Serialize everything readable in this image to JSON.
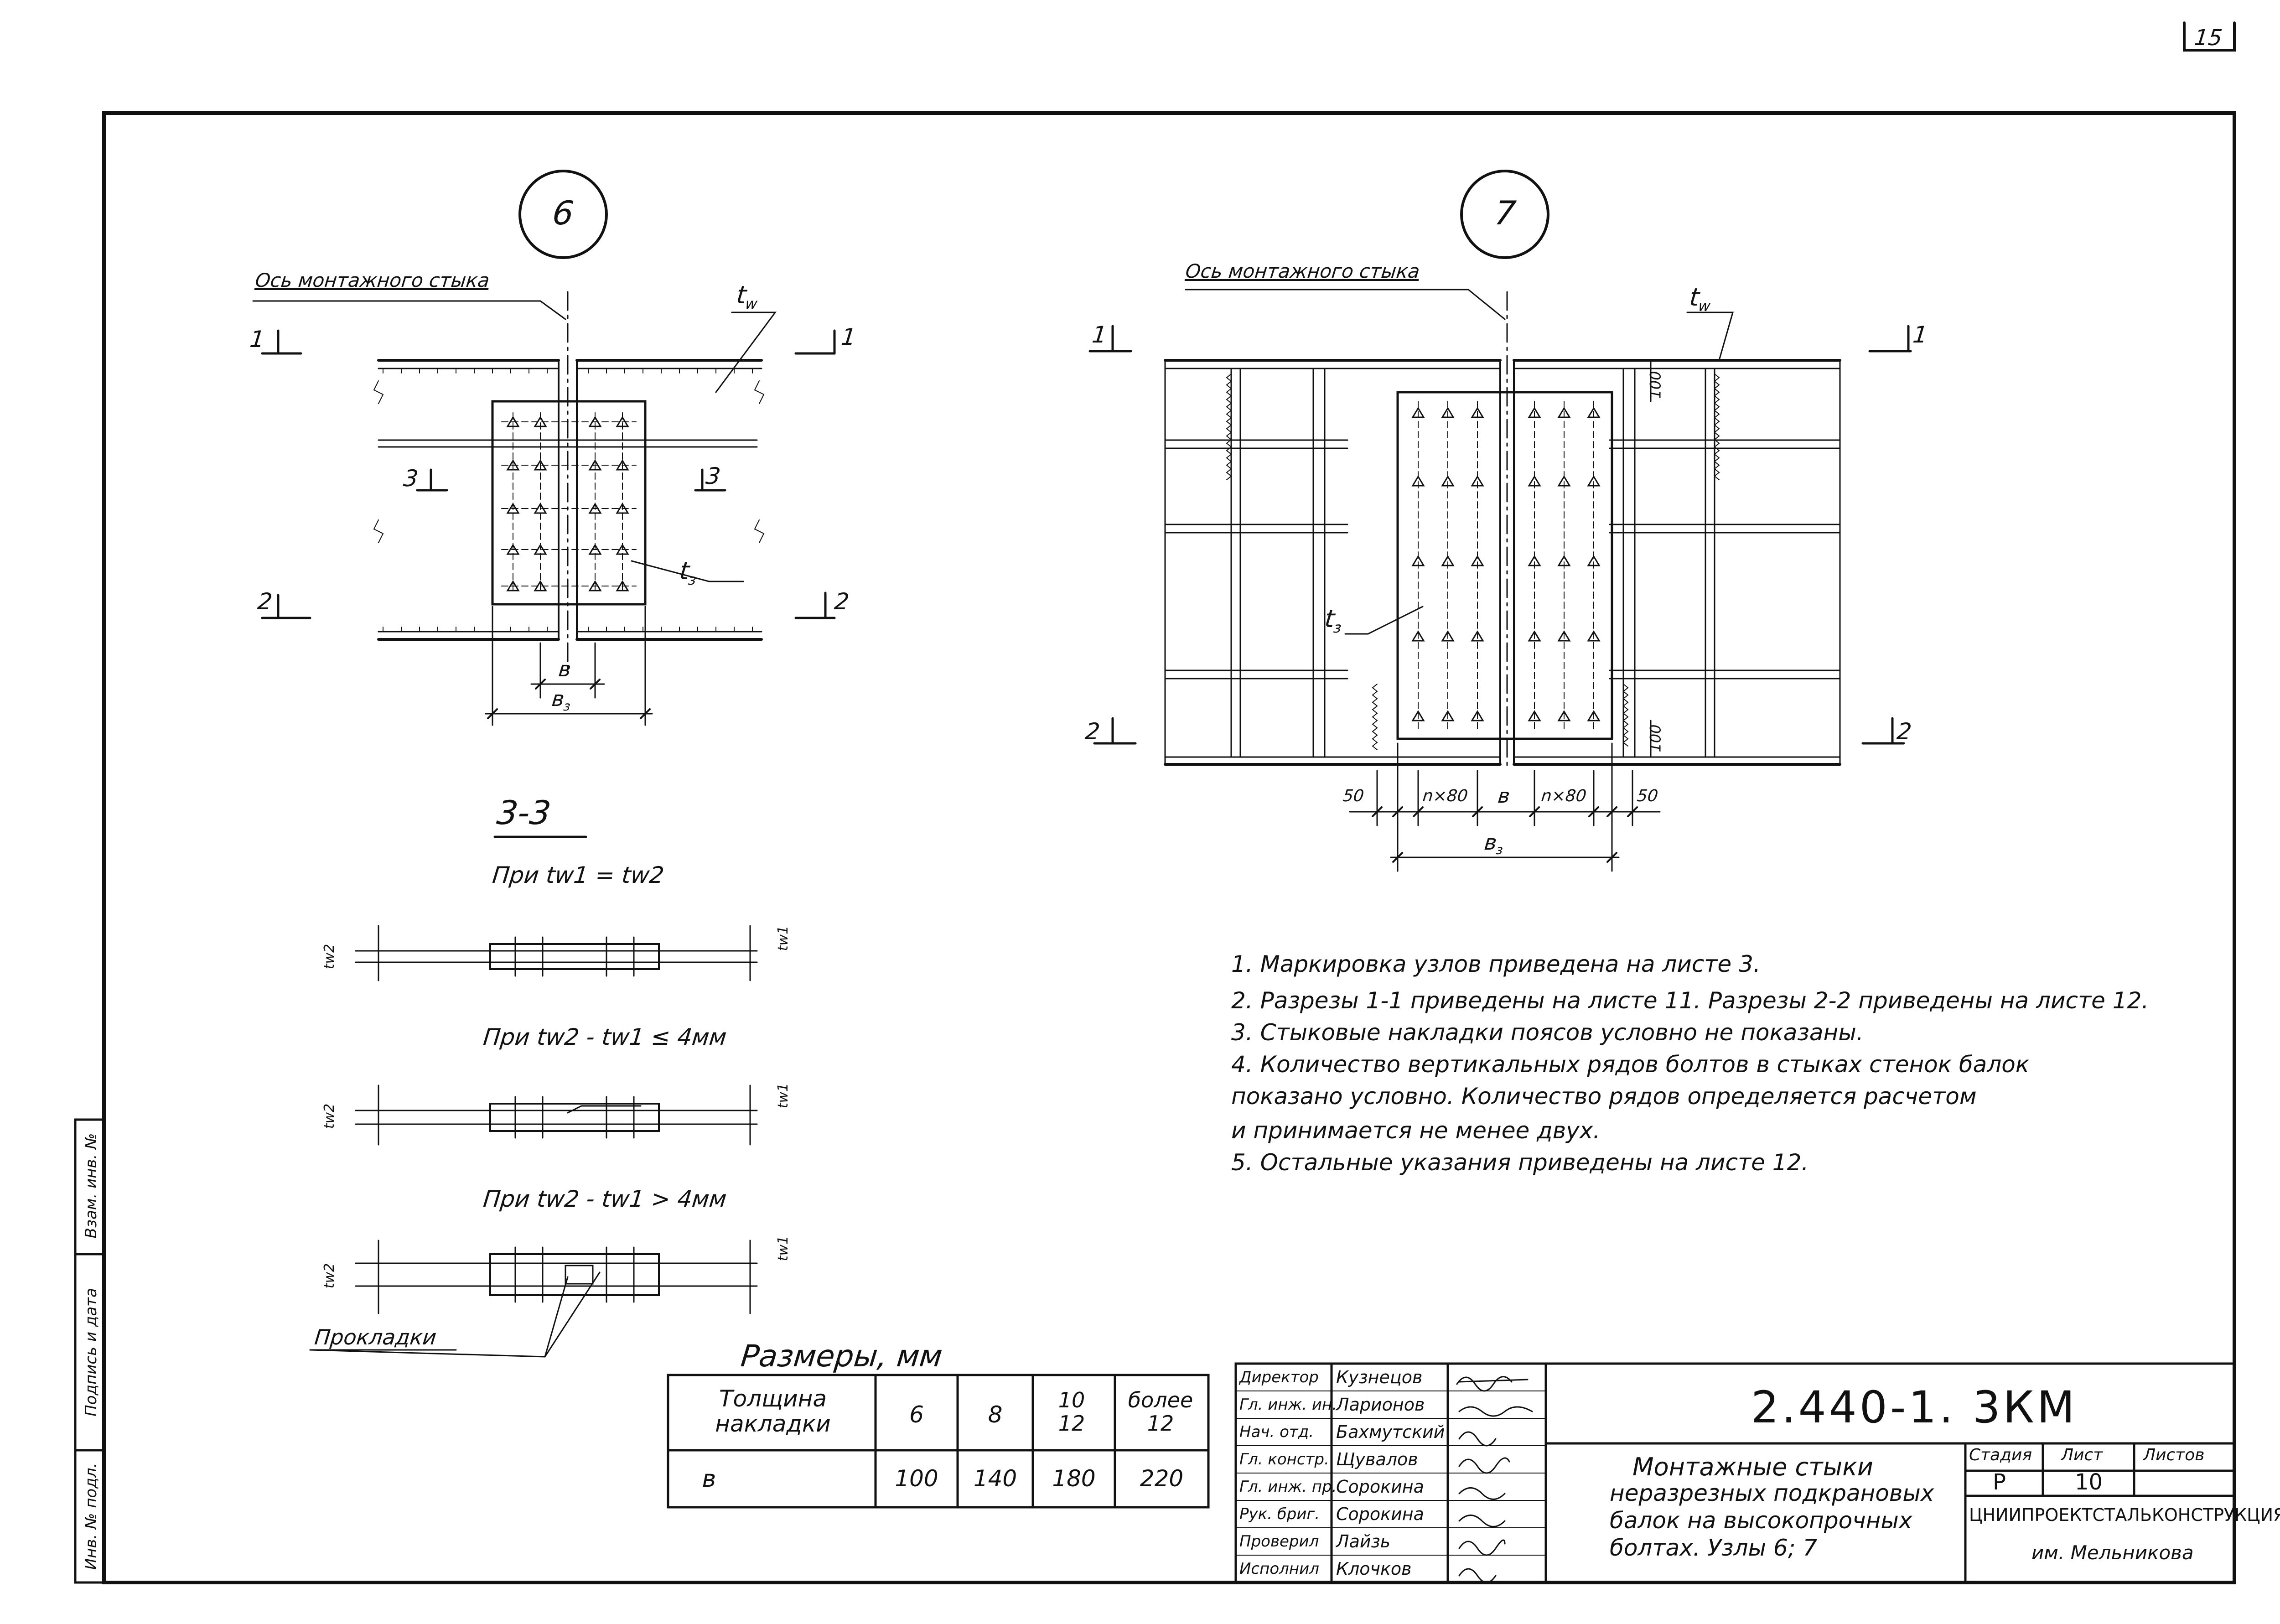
{
  "page": {
    "number": "15"
  },
  "node6": {
    "marker": "6",
    "axis_label": "Ось монтажного стыка",
    "tw": "t",
    "tw_sub": "w",
    "t3": "t",
    "t3_sub": "з",
    "b": "в",
    "b3": "в",
    "b3_sub": "з",
    "sec1": "1",
    "sec2": "2",
    "sec3": "3"
  },
  "node7": {
    "marker": "7",
    "axis_label": "Ось монтажного стыка",
    "tw": "t",
    "tw_sub": "w",
    "t3": "t",
    "t3_sub": "з",
    "b": "в",
    "b3": "в",
    "b3_sub": "з",
    "dim_50_left": "50",
    "dim_n80_left": "n×80",
    "dim_n80_right": "n×80",
    "dim_50_right": "50",
    "dim_100_top": "100",
    "dim_100_bottom": "100",
    "sec1": "1",
    "sec2": "2"
  },
  "section33": {
    "title": "3-3",
    "case1": "При  tw1 = tw2",
    "case2": "При  tw2 - tw1 ≤ 4мм",
    "case3": "При  tw2 - tw1 > 4мм",
    "tw1": "tw1",
    "tw2": "tw2",
    "pads": "Прокладки"
  },
  "notes": [
    "1.  Маркировка  узлов  приведена  на листе 3.",
    "2.  Разрезы  1-1  приведены  на листе  11.  Разрезы  2-2  приведены  на листе 12.",
    "3.  Стыковые  накладки  поясов  условно  не показаны.",
    "4.  Количество  вертикальных  рядов  болтов  в стыках  стенок балок",
    "     показано  условно.  Количество  рядов  определяется  расчетом",
    "     и  принимается   не менее двух.",
    "5.  Остальные   указания   приведены  на листе 12."
  ],
  "sizes_table": {
    "title": "Размеры,   мм",
    "header": [
      "Толщина накладки",
      "6",
      "8",
      "10 12",
      "более 12"
    ],
    "row": [
      "в",
      "100",
      "140",
      "180",
      "220"
    ]
  },
  "side_stamp": [
    "Взам. инв. №",
    "Подпись и дата",
    "Инв. № подл."
  ],
  "title_block": {
    "code": "2.440-1.  3КМ",
    "roles": [
      "Директор",
      "Гл. инж. ин.",
      "Нач. отд.",
      "Гл. констр.",
      "Гл. инж. пр.",
      "Рук. бриг.",
      "Проверил",
      "Исполнил"
    ],
    "names": [
      "Кузнецов",
      "Ларионов",
      "Бахмутский",
      "Щувалов",
      "Сорокина",
      "Сорокина",
      "Лайзь",
      "Клочков"
    ],
    "title_lines": [
      "Монтажные стыки",
      "неразрезных подкрановых",
      "балок на высокопрочных",
      "болтах.  Узлы  6; 7"
    ],
    "stage_label": "Стадия",
    "sheet_label": "Лист",
    "sheets_label": "Листов",
    "stage": "Р",
    "sheet": "10",
    "sheets": "",
    "org": "ЦНИИпроектстальконструкция",
    "org2": "им. Мельникова"
  }
}
